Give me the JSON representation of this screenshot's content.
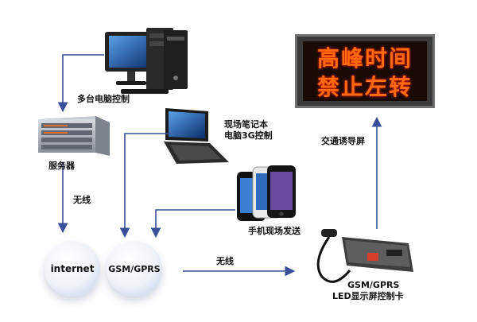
{
  "sign": {
    "line1": "高峰时间",
    "line2": "禁止左转"
  },
  "labels": {
    "multi_pc": "多台电脑控制",
    "laptop_line1": "现场笔记本",
    "laptop_line2": "电脑3G控制",
    "server": "服务器",
    "wireless_left": "无线",
    "phone": "手机现场发送",
    "wireless_bottom": "无线",
    "guide_screen": "交通诱导屏",
    "card_line1": "GSM/GPRS",
    "card_line2": "LED显示屏控制卡"
  },
  "nodes": {
    "internet": "internet",
    "gsm": "GSM/GPRS"
  },
  "colors": {
    "arrow": "#3a4f9a",
    "led": "#ff6a10"
  }
}
